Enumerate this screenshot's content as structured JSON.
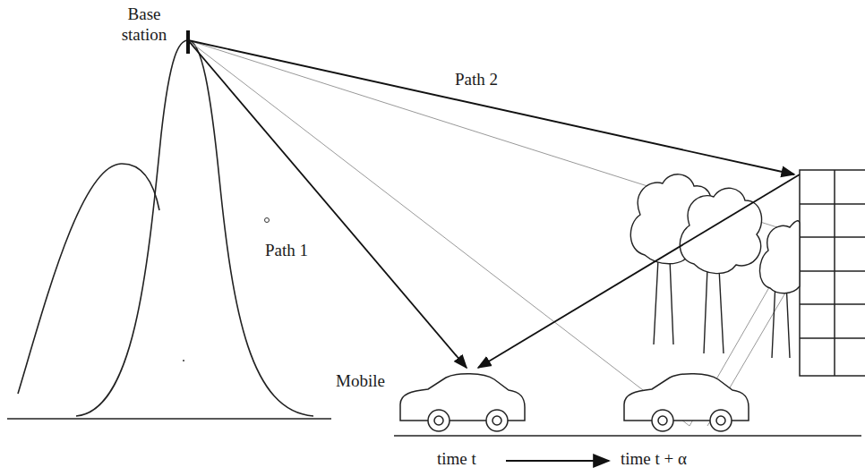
{
  "diagram": {
    "labels": [
      "Base station",
      "Path 2",
      "Path 1",
      "Mobile",
      "time t",
      "time t + α"
    ]
  }
}
